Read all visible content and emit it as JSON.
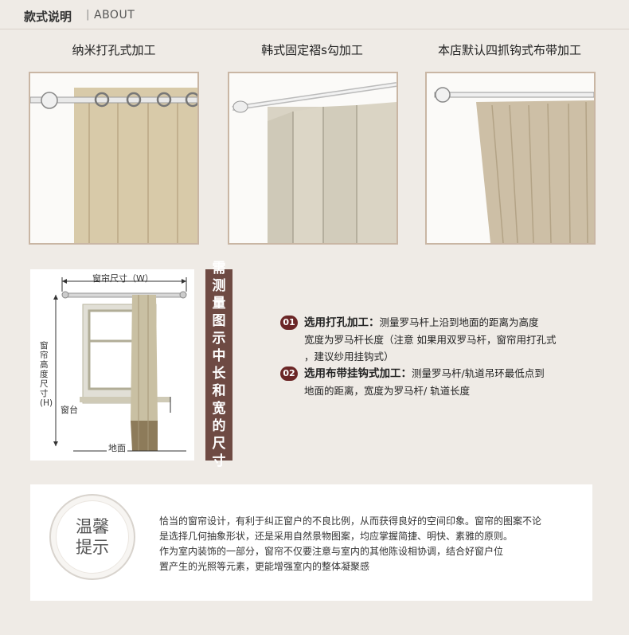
{
  "header": {
    "title": "款式说明",
    "separator": "|",
    "subtitle": "ABOUT"
  },
  "styles": [
    {
      "label": "纳米打孔式加工",
      "icon": "grommet-curtain-photo"
    },
    {
      "label": "韩式固定褶s勾加工",
      "icon": "pinch-pleat-curtain-photo"
    },
    {
      "label": "本店默认四抓钩式布带加工",
      "icon": "tape-hook-curtain-photo"
    }
  ],
  "diagram": {
    "width_label": "窗帘尺寸（W）",
    "height_label": "窗帘高度尺寸(H)",
    "sill_label": "窗台",
    "floor_label": "地面"
  },
  "banner": {
    "chars": [
      "需",
      "测",
      "量",
      "图",
      "示",
      "中",
      "长",
      "和",
      "宽",
      "的",
      "尺",
      "寸"
    ]
  },
  "instructions": [
    {
      "num": "01",
      "label": "选用打孔加工：",
      "lines": [
        "测量罗马杆上沿到地面的距离为高度",
        "宽度为罗马杆长度（注意 如果用双罗马杆，窗帘用打孔式",
        "，建议纱用挂钩式）"
      ]
    },
    {
      "num": "02",
      "label": "选用布带挂钩式加工：",
      "lines": [
        "测量罗马杆/轨道吊环最低点到",
        "地面的距离，宽度为罗马杆/ 轨道长度"
      ]
    }
  ],
  "tip": {
    "title_line1": "温馨",
    "title_line2": "提示",
    "lines": [
      "恰当的窗帘设计，有利于纠正窗户的不良比例，从而获得良好的空间印象。窗帘的图案不论",
      "是选择几何抽象形状，还是采用自然景物图案，均应掌握简捷、明快、素雅的原则。",
      "作为室内装饰的一部分，窗帘不仅要注意与室内的其他陈设相协调，结合好窗户位",
      "置产生的光照等元素，更能增强室内的整体凝聚感"
    ]
  },
  "colors": {
    "banner_bg": "#6e4a43",
    "badge_bg": "#6b2626",
    "page_bg": "#efebe6",
    "photo_border": "#c9b6a4"
  }
}
